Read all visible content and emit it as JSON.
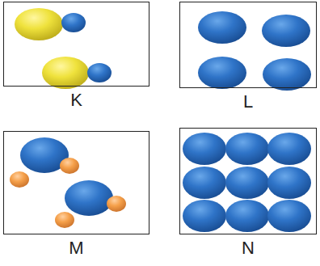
{
  "diagram": {
    "nodes": [
      {
        "text": [
          "K"
        ]
      },
      {
        "text": [
          "L"
        ]
      },
      {
        "text": [
          "M"
        ]
      },
      {
        "text": [
          "N"
        ]
      }
    ]
  }
}
